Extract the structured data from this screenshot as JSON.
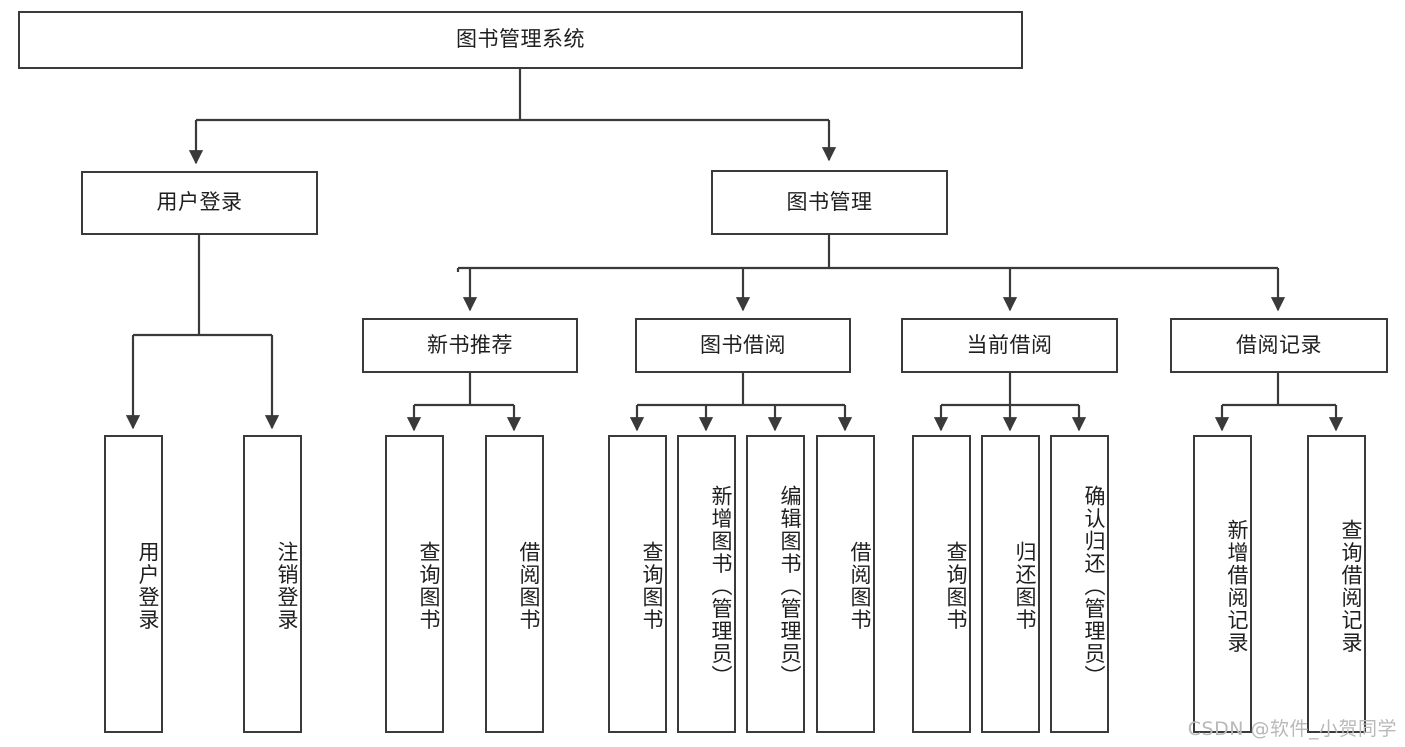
{
  "diagram": {
    "title_node": {
      "label": "图书管理系统"
    },
    "level2": [
      {
        "label": "用户登录"
      },
      {
        "label": "图书管理"
      }
    ],
    "level3": [
      {
        "label": "新书推荐"
      },
      {
        "label": "图书借阅"
      },
      {
        "label": "当前借阅"
      },
      {
        "label": "借阅记录"
      }
    ],
    "leaves": {
      "user_login": [
        {
          "label": "用户登录"
        },
        {
          "label": "注销登录"
        }
      ],
      "new_book_recommend": [
        {
          "label": "查询图书"
        },
        {
          "label": "借阅图书"
        }
      ],
      "book_borrow": [
        {
          "label": "查询图书"
        },
        {
          "label": "新增图书（管理员）"
        },
        {
          "label": "编辑图书（管理员）"
        },
        {
          "label": "借阅图书"
        }
      ],
      "current_borrow": [
        {
          "label": "查询图书"
        },
        {
          "label": "归还图书"
        },
        {
          "label": "确认归还（管理员）"
        }
      ],
      "borrow_record": [
        {
          "label": "新增借阅记录"
        },
        {
          "label": "查询借阅记录"
        }
      ]
    }
  },
  "watermark": {
    "text": "CSDN @软件_小贺同学"
  },
  "colors": {
    "stroke": "#3a3a3a",
    "background": "#ffffff",
    "text": "#1f1f1f",
    "watermark": "#b9b9b9"
  }
}
